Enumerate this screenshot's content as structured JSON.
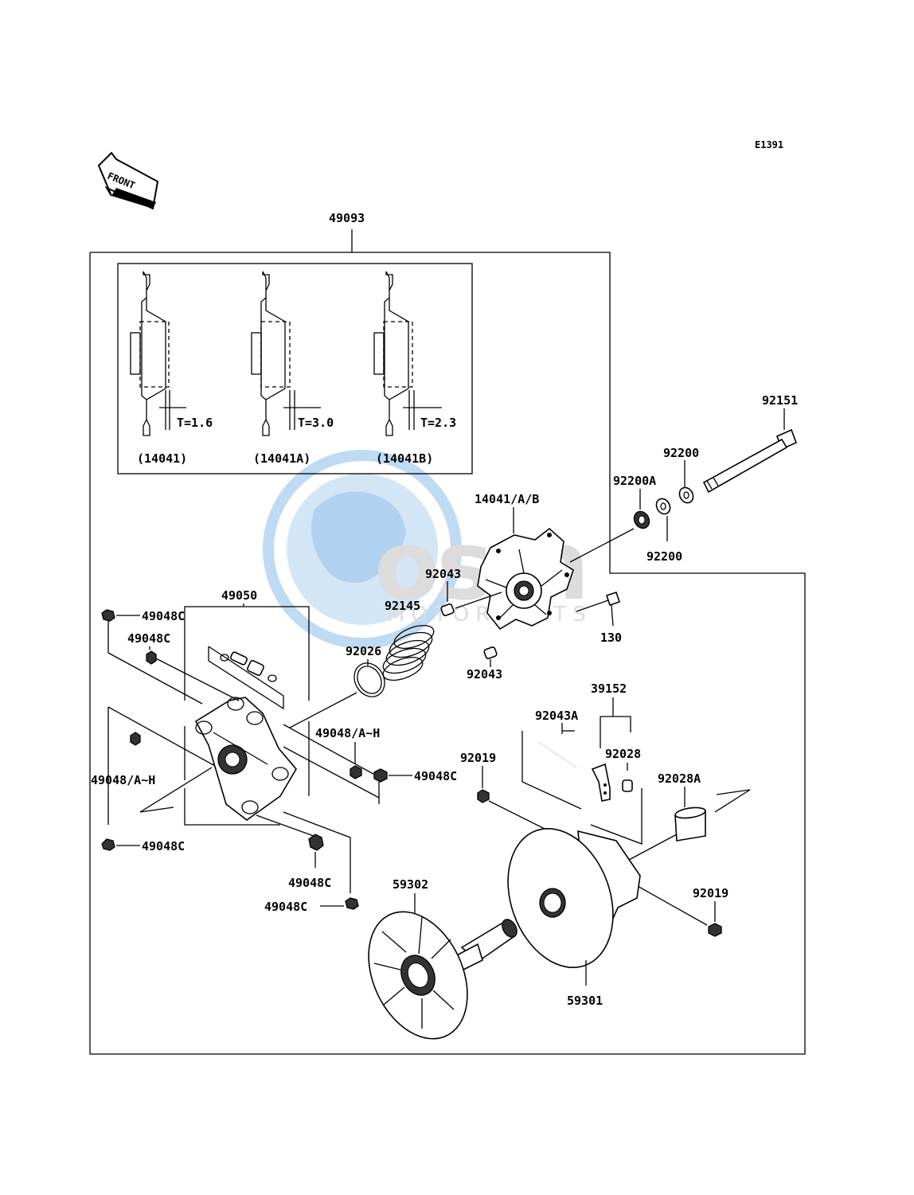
{
  "diagram_code": "E1391",
  "front_label": "FRONT",
  "watermark": {
    "brand": "osm",
    "sub": "MOTORPARTS",
    "colors": {
      "globe": "#9cc7ea",
      "text": "#d9d9d9"
    }
  },
  "assembly_label": "49093",
  "shoe_variants": [
    {
      "thickness": "T=1.6",
      "code": "(14041)"
    },
    {
      "thickness": "T=3.0",
      "code": "(14041A)"
    },
    {
      "thickness": "T=2.3",
      "code": "(14041B)"
    }
  ],
  "callouts": {
    "p92151": "92151",
    "p92200_top": "92200",
    "p92200a": "92200A",
    "p92200_bottom": "92200",
    "p14041": "14041/A/B",
    "p92043_top": "92043",
    "p92145": "92145",
    "p92026": "92026",
    "p92043_bottom": "92043",
    "p130": "130",
    "p49048c_1": "49048C",
    "p49050": "49050",
    "p49048c_2": "49048C",
    "p49048ah_1": "49048/A~H",
    "p49048ah_2": "49048/A~H",
    "p49048c_3": "49048C",
    "p49048c_4": "49048C",
    "p49048c_5": "49048C",
    "p49048c_6": "49048C",
    "p39152": "39152",
    "p92043a": "92043A",
    "p92019_1": "92019",
    "p92028": "92028",
    "p92028a": "92028A",
    "p92019_2": "92019",
    "p59302": "59302",
    "p59301": "59301"
  }
}
